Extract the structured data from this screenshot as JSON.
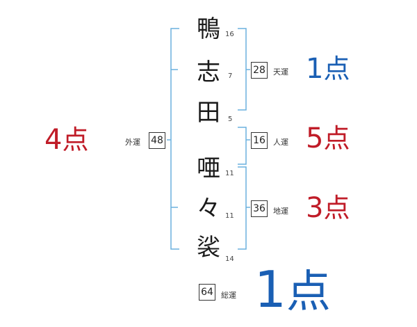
{
  "colors": {
    "bracket": "#6ab0de",
    "good": "#1a5fb4",
    "bad": "#c01c28"
  },
  "surname": [
    {
      "char": "鴨",
      "strokes": "16"
    },
    {
      "char": "志",
      "strokes": "7"
    },
    {
      "char": "田",
      "strokes": "5"
    }
  ],
  "given": [
    {
      "char": "唖",
      "strokes": "11"
    },
    {
      "char": "々",
      "strokes": "11"
    },
    {
      "char": "裟",
      "strokes": "14"
    }
  ],
  "fortunes": {
    "tenkaku": {
      "label": "天運",
      "value": "28",
      "score_num": "1",
      "score_unit": "点",
      "color": "good"
    },
    "jinkaku": {
      "label": "人運",
      "value": "16",
      "score_num": "5",
      "score_unit": "点",
      "color": "bad"
    },
    "chikaku": {
      "label": "地運",
      "value": "36",
      "score_num": "3",
      "score_unit": "点",
      "color": "bad"
    },
    "gaikaku": {
      "label": "外運",
      "value": "48",
      "score_num": "4",
      "score_unit": "点",
      "color": "bad"
    },
    "soukaku": {
      "label": "総運",
      "value": "64",
      "score_num": "1",
      "score_unit": "点",
      "color": "good"
    }
  }
}
